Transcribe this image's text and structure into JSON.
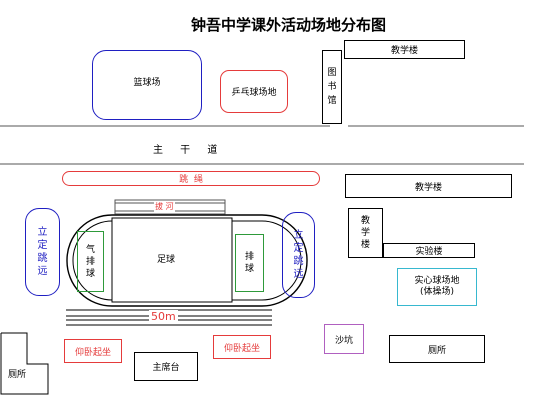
{
  "title": "钟吾中学课外活动场地分布图",
  "colors": {
    "blue": "#1f1fc2",
    "red": "#e53b3b",
    "green": "#2e9a3a",
    "cyan": "#37b8cf",
    "purple": "#b060c0",
    "black": "#000000",
    "gray": "#707070"
  },
  "labels": {
    "teaching_building_top": "教学楼",
    "basketball_court": "篮球场",
    "pingpong_court": "乒乓球场地",
    "library": "图书馆",
    "main_road": "主 干 道",
    "rope_jump": "跳  绳",
    "tug_of_war": "拔 河",
    "teaching_building_mid": "教学楼",
    "teaching_building_right": "教学楼",
    "lab_building": "实验楼",
    "standing_long_jump_left": "立定跳远",
    "volleyball_air": "气排球",
    "football": "足球",
    "volleyball": "排球",
    "standing_long_jump_right": "立定跳远",
    "medicine_ball": "实心球场地",
    "gym_field": "(体操场)",
    "fifty_m": "50m",
    "sandpit": "沙坑",
    "situp_left": "仰卧起坐",
    "situp_right": "仰卧起坐",
    "rostrum": "主席台",
    "toilet_left": "厕所",
    "toilet_right": "厕所"
  }
}
